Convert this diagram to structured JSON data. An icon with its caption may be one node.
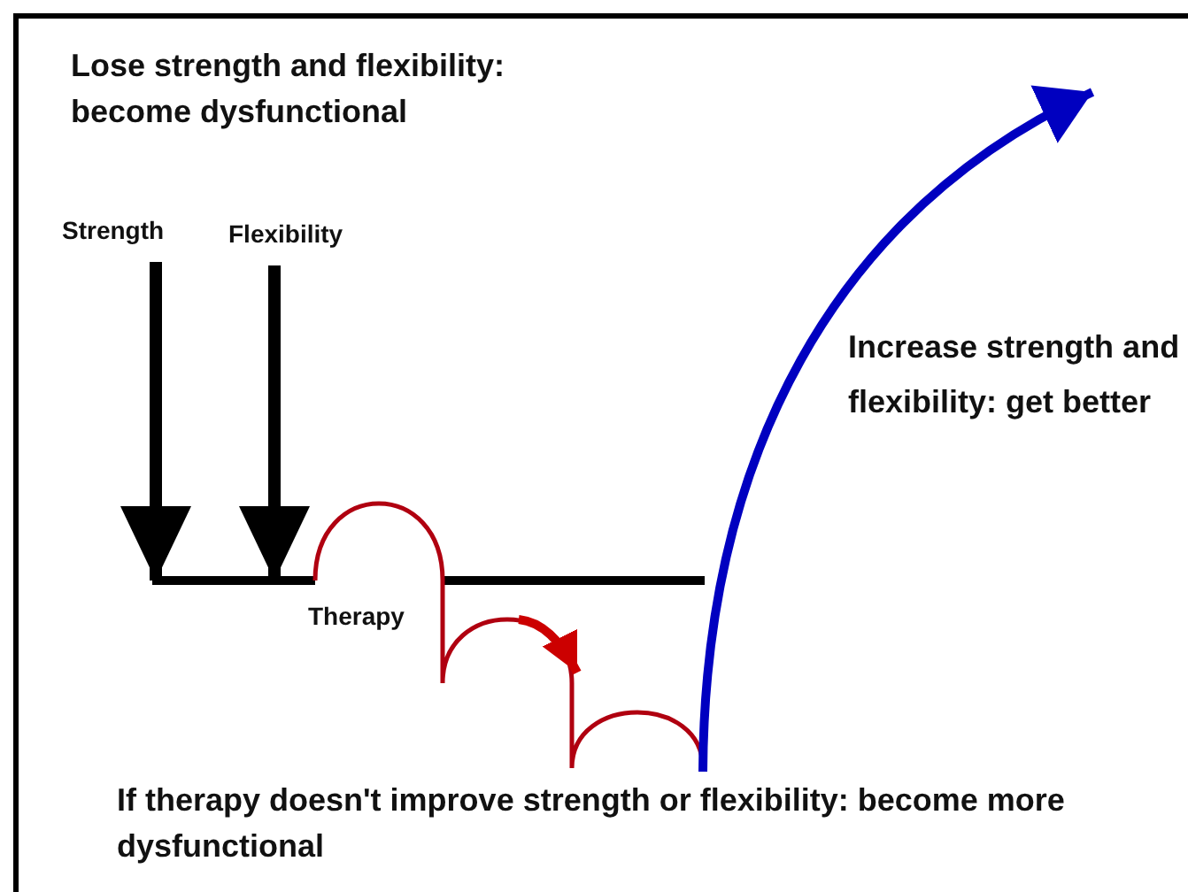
{
  "diagram": {
    "nodes": [
      {
        "text": [
          "Strength"
        ]
      },
      {
        "text": [
          "Flexibility"
        ]
      }
    ],
    "edges": [
      {
        "from": 0,
        "to": null,
        "arrow": "to"
      },
      {
        "from": 1,
        "to": null,
        "arrow": "to"
      }
    ],
    "labels": [
      "Lose strength and flexibility: become dysfunctional",
      "Increase strength and flexibility: get better",
      "Therapy",
      "If therapy doesn't improve strength or flexibility: become more dysfunctional"
    ]
  }
}
